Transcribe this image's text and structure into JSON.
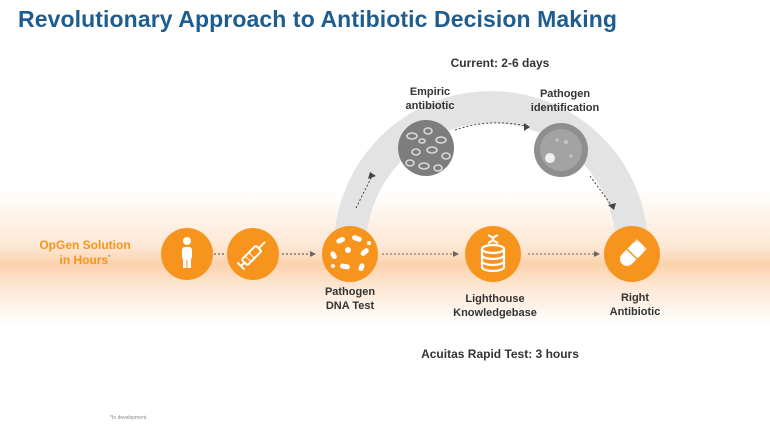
{
  "title": "Revolutionary Approach to Antibiotic Decision Making",
  "current": {
    "label": "Current: 2-6 days",
    "steps": [
      {
        "label_line1": "Empiric",
        "label_line2": "antibiotic",
        "icon": "bacteria-cluster-icon"
      },
      {
        "label_line1": "Pathogen",
        "label_line2": "identification",
        "icon": "petri-dish-icon"
      }
    ]
  },
  "opgen": {
    "label_line1": "OpGen Solution",
    "label_line2": "in Hours",
    "footnote_marker": "*"
  },
  "steps": {
    "patient": {
      "icon": "person-icon"
    },
    "sample": {
      "icon": "syringe-icon"
    },
    "dna_test": {
      "label_line1": "Pathogen",
      "label_line2": "DNA Test",
      "icon": "dna-molecules-icon"
    },
    "lighthouse": {
      "label_line1": "Lighthouse",
      "label_line2": "Knowledgebase",
      "icon": "database-icon"
    },
    "right_antibiotic": {
      "label_line1": "Right",
      "label_line2": "Antibiotic",
      "icon": "pill-icon"
    }
  },
  "acuitas_label": "Acuitas Rapid Test: 3 hours",
  "footnote": "*In development",
  "colors": {
    "accent": "#f7941d",
    "title": "#1f5d8e",
    "arc": "#e2e2e2",
    "grey_circle": "#8a8a8a",
    "band": "#fbd2ad"
  }
}
